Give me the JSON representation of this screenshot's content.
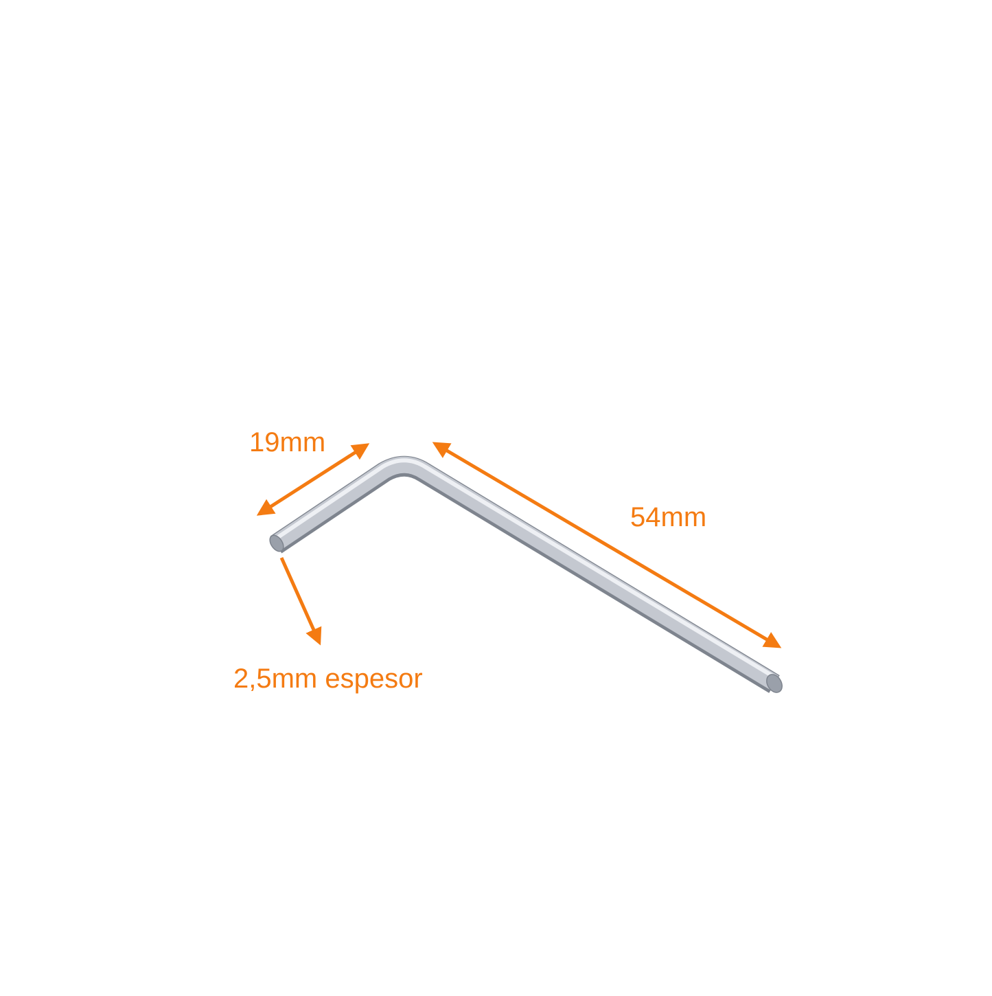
{
  "image": {
    "subject": "hex-key-icon",
    "colors": {
      "background": "#ffffff",
      "annotation": "#f47b12",
      "metal_light": "#eef0f4",
      "metal_mid": "#c4c8d0",
      "metal_dark": "#7e848e",
      "metal_end": "#9aa0aa"
    }
  },
  "annotations": {
    "short_leg": "19mm",
    "long_leg": "54mm",
    "thickness": "2,5mm espesor"
  }
}
